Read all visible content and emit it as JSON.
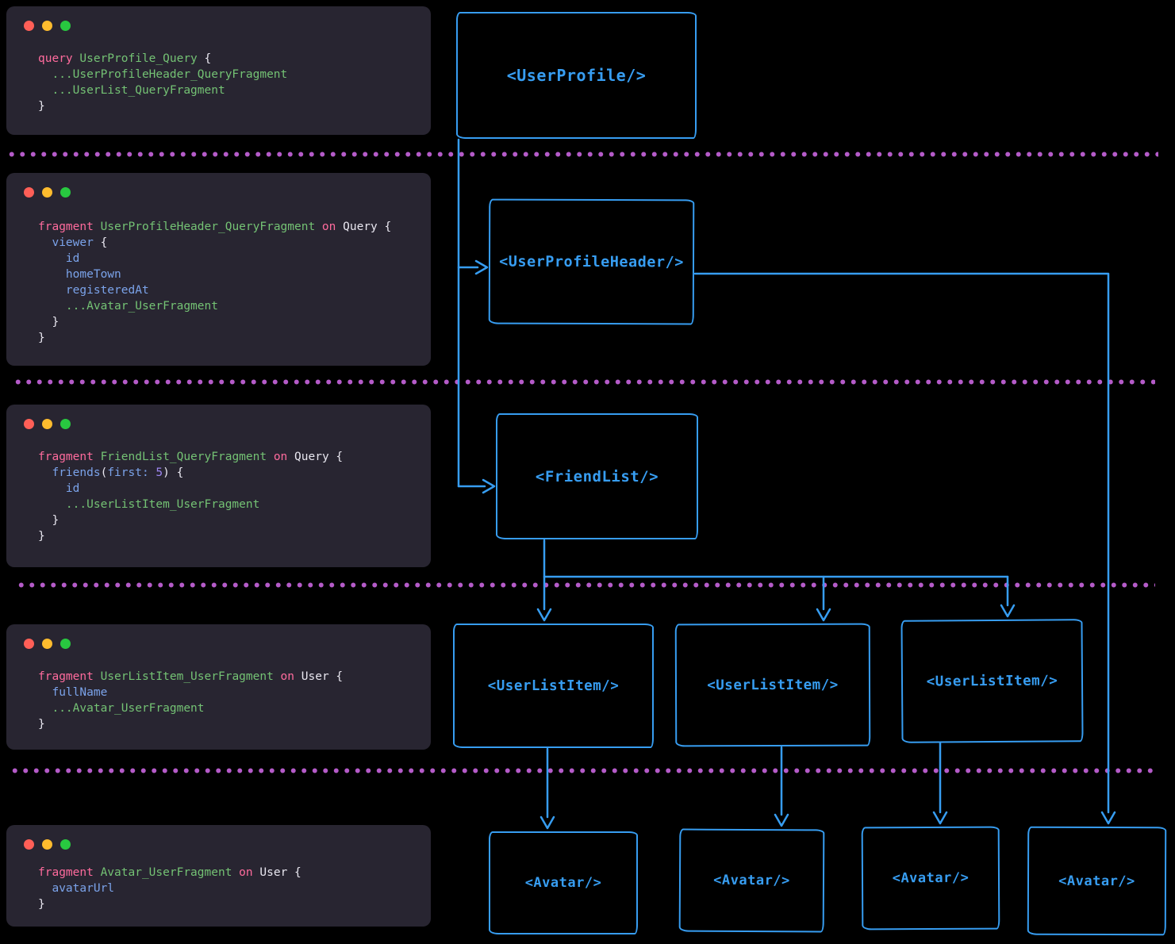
{
  "colors": {
    "background": "#000000",
    "window_bg": "#282531",
    "diagram_blue": "#379df1",
    "separator_purple": "#b55bc9",
    "traffic_red": "#ff5f57",
    "traffic_yellow": "#febc2e",
    "traffic_green": "#28c840",
    "token_keyword": "#ff6b9d",
    "token_fragment_name": "#74c274",
    "token_field": "#7ba3ea",
    "token_number": "#9d86f0",
    "token_plain": "#e9e7f0"
  },
  "code_windows": [
    {
      "id": "query-userprofile",
      "lines": [
        [
          {
            "t": "query",
            "c": "kw"
          },
          {
            "t": " UserProfile_Query",
            "c": "name"
          },
          {
            "t": " {",
            "c": "plain"
          }
        ],
        [
          {
            "t": "  ...UserProfileHeader_QueryFragment",
            "c": "name"
          }
        ],
        [
          {
            "t": "  ...UserList_QueryFragment",
            "c": "name"
          }
        ],
        [
          {
            "t": "}",
            "c": "plain"
          }
        ]
      ]
    },
    {
      "id": "fragment-userprofileheader",
      "lines": [
        [
          {
            "t": "fragment",
            "c": "kw"
          },
          {
            "t": " UserProfileHeader_QueryFragment",
            "c": "name"
          },
          {
            "t": " on",
            "c": "kw"
          },
          {
            "t": " Query {",
            "c": "plain"
          }
        ],
        [
          {
            "t": "  viewer",
            "c": "field"
          },
          {
            "t": " {",
            "c": "plain"
          }
        ],
        [
          {
            "t": "    id",
            "c": "field"
          }
        ],
        [
          {
            "t": "    homeTown",
            "c": "field"
          }
        ],
        [
          {
            "t": "    registeredAt",
            "c": "field"
          }
        ],
        [
          {
            "t": "    ...Avatar_UserFragment",
            "c": "name"
          }
        ],
        [
          {
            "t": "  }",
            "c": "plain"
          }
        ],
        [
          {
            "t": "}",
            "c": "plain"
          }
        ]
      ]
    },
    {
      "id": "fragment-friendlist",
      "lines": [
        [
          {
            "t": "fragment",
            "c": "kw"
          },
          {
            "t": " FriendList_QueryFragment",
            "c": "name"
          },
          {
            "t": " on",
            "c": "kw"
          },
          {
            "t": " Query {",
            "c": "plain"
          }
        ],
        [
          {
            "t": "  friends",
            "c": "field"
          },
          {
            "t": "(",
            "c": "plain"
          },
          {
            "t": "first:",
            "c": "field"
          },
          {
            "t": " 5",
            "c": "num"
          },
          {
            "t": ") {",
            "c": "plain"
          }
        ],
        [
          {
            "t": "    id",
            "c": "field"
          }
        ],
        [
          {
            "t": "    ...UserListItem_UserFragment",
            "c": "name"
          }
        ],
        [
          {
            "t": "  }",
            "c": "plain"
          }
        ],
        [
          {
            "t": "}",
            "c": "plain"
          }
        ]
      ]
    },
    {
      "id": "fragment-userlistitem",
      "lines": [
        [
          {
            "t": "fragment",
            "c": "kw"
          },
          {
            "t": " UserListItem_UserFragment",
            "c": "name"
          },
          {
            "t": " on",
            "c": "kw"
          },
          {
            "t": " User {",
            "c": "plain"
          }
        ],
        [
          {
            "t": "  fullName",
            "c": "field"
          }
        ],
        [
          {
            "t": "  ...Avatar_UserFragment",
            "c": "name"
          }
        ],
        [
          {
            "t": "}",
            "c": "plain"
          }
        ]
      ]
    },
    {
      "id": "fragment-avatar",
      "lines": [
        [
          {
            "t": "fragment",
            "c": "kw"
          },
          {
            "t": " Avatar_UserFragment",
            "c": "name"
          },
          {
            "t": " on",
            "c": "kw"
          },
          {
            "t": " User {",
            "c": "plain"
          }
        ],
        [
          {
            "t": "  avatarUrl",
            "c": "field"
          }
        ],
        [
          {
            "t": "}",
            "c": "plain"
          }
        ]
      ]
    }
  ],
  "components": [
    {
      "id": "user-profile",
      "label": "<UserProfile/>"
    },
    {
      "id": "user-profile-header",
      "label": "<UserProfileHeader/>"
    },
    {
      "id": "friend-list",
      "label": "<FriendList/>"
    },
    {
      "id": "user-list-item-1",
      "label": "<UserListItem/>"
    },
    {
      "id": "user-list-item-2",
      "label": "<UserListItem/>"
    },
    {
      "id": "user-list-item-3",
      "label": "<UserListItem/>"
    },
    {
      "id": "avatar-1",
      "label": "<Avatar/>"
    },
    {
      "id": "avatar-2",
      "label": "<Avatar/>"
    },
    {
      "id": "avatar-3",
      "label": "<Avatar/>"
    },
    {
      "id": "avatar-4",
      "label": "<Avatar/>"
    }
  ]
}
